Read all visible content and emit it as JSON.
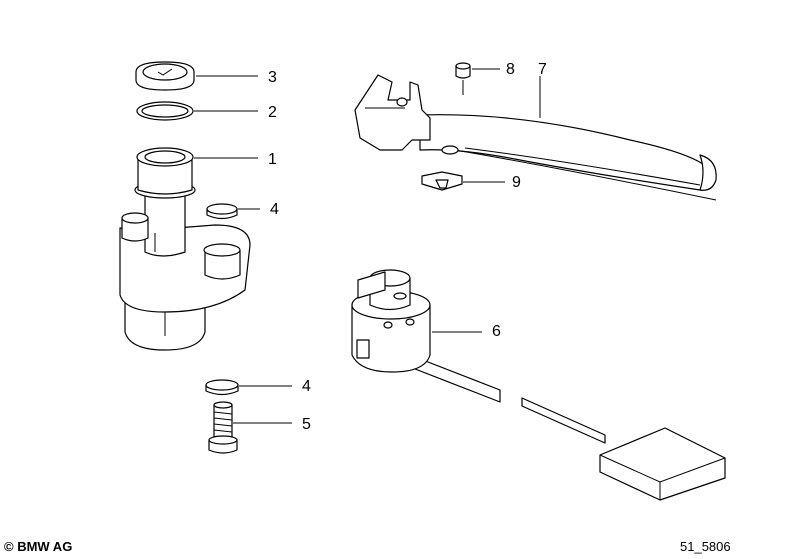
{
  "callouts": {
    "c1": "1",
    "c2": "2",
    "c3": "3",
    "c4a": "4",
    "c4b": "4",
    "c5": "5",
    "c6": "6",
    "c7": "7",
    "c8": "8",
    "c9": "9"
  },
  "footer": {
    "copyright": "© BMW AG",
    "figure_number": "51_5806"
  }
}
